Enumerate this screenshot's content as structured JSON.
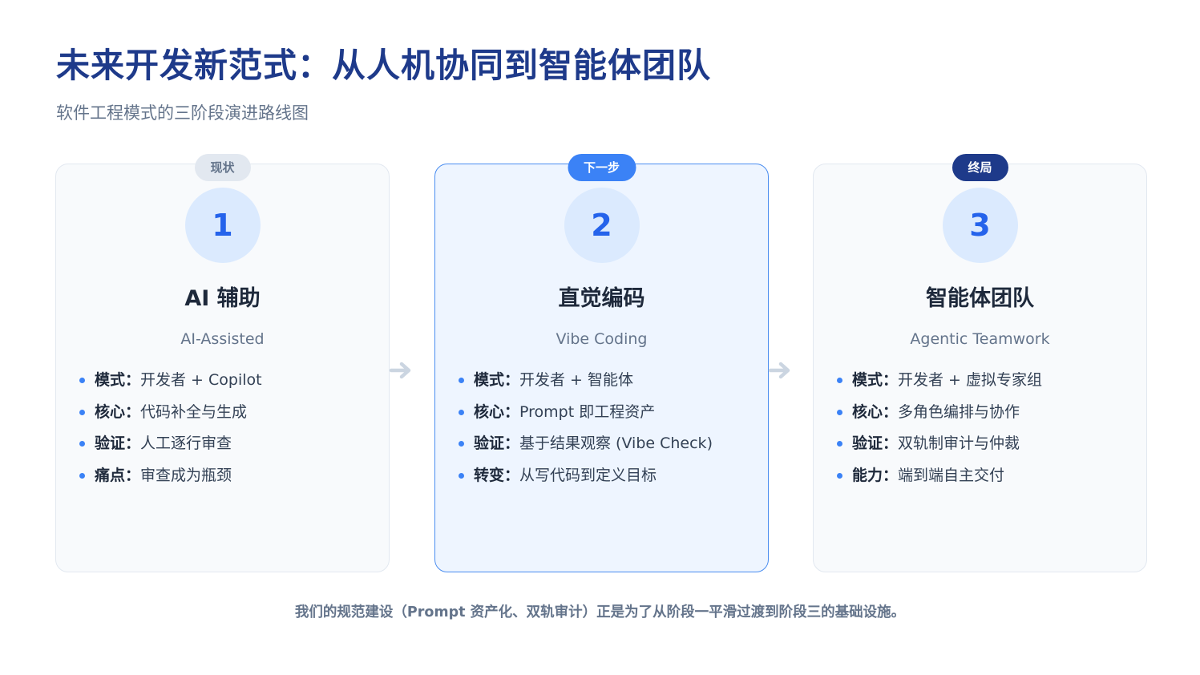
{
  "header": {
    "title": "未来开发新范式：从人机协同到智能体团队",
    "subtitle": "软件工程模式的三阶段演进路线图"
  },
  "colors": {
    "title": "#1e3a8a",
    "accent_blue": "#3b82f6",
    "number_blue": "#2563eb",
    "circle_bg": "#dbeafe",
    "active_card_bg": "#eef5ff",
    "active_card_border": "#4a8df0",
    "card_bg": "#f8fafc",
    "card_border": "#e2e8f0",
    "badge_gray": "#e2e8f0",
    "badge_navy": "#1e3a8a",
    "muted_text": "#64748b",
    "arrow": "#cbd5e1"
  },
  "stages": [
    {
      "badge": "现状",
      "number": "1",
      "title": "AI 辅助",
      "subtitle_en": "AI-Assisted",
      "points": [
        {
          "key": "模式：",
          "value": "开发者 + Copilot"
        },
        {
          "key": "核心：",
          "value": "代码补全与生成"
        },
        {
          "key": "验证：",
          "value": "人工逐行审查"
        },
        {
          "key": "痛点：",
          "value": "审查成为瓶颈"
        }
      ]
    },
    {
      "badge": "下一步",
      "number": "2",
      "title": "直觉编码",
      "subtitle_en": "Vibe Coding",
      "points": [
        {
          "key": "模式：",
          "value": "开发者 + 智能体"
        },
        {
          "key": "核心：",
          "value": "Prompt 即工程资产"
        },
        {
          "key": "验证：",
          "value": "基于结果观察 (Vibe Check)"
        },
        {
          "key": "转变：",
          "value": "从写代码到定义目标"
        }
      ]
    },
    {
      "badge": "终局",
      "number": "3",
      "title": "智能体团队",
      "subtitle_en": "Agentic Teamwork",
      "points": [
        {
          "key": "模式：",
          "value": "开发者 + 虚拟专家组"
        },
        {
          "key": "核心：",
          "value": "多角色编排与协作"
        },
        {
          "key": "验证：",
          "value": "双轨制审计与仲裁"
        },
        {
          "key": "能力：",
          "value": "端到端自主交付"
        }
      ]
    }
  ],
  "icons": {
    "arrow": "arrow-right-icon",
    "bullet": "bullet-dot-icon"
  },
  "footer": {
    "text": "我们的规范建设（Prompt 资产化、双轨审计）正是为了从阶段一平滑过渡到阶段三的基础设施。"
  }
}
